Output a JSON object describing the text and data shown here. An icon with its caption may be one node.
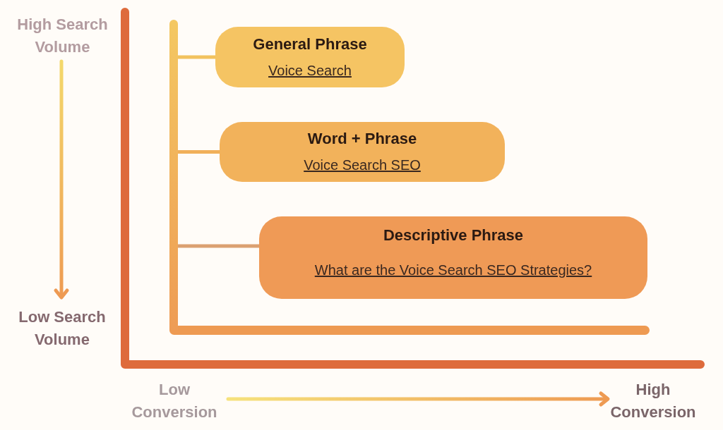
{
  "diagram": {
    "nodes": [
      {
        "text": [],
        "shape": "bar"
      },
      {
        "text": [
          "General Phrase",
          "Voice Search"
        ]
      },
      {
        "text": [
          "Word + Phrase",
          "Voice Search SEO"
        ]
      },
      {
        "text": [
          "Descriptive Phrase",
          "What are the Voice Search SEO Strategies?"
        ]
      }
    ],
    "edges": [
      {
        "from": 0,
        "to": 1,
        "arrow": "none"
      },
      {
        "from": 0,
        "to": 2,
        "arrow": "none"
      },
      {
        "from": 0,
        "to": 3,
        "arrow": "none"
      }
    ],
    "labels": [
      "High Search Volume",
      "Low Search Volume",
      "Low Conversion",
      "High Conversion"
    ]
  }
}
